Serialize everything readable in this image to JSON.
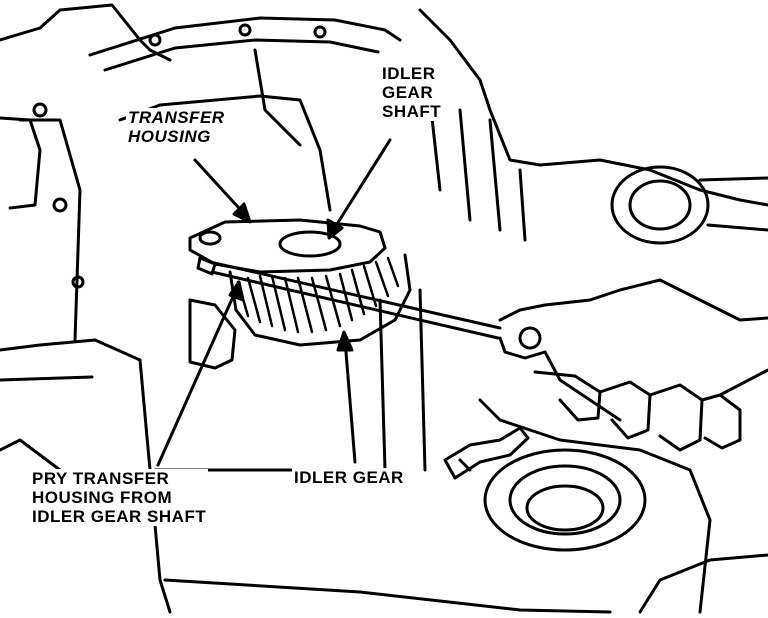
{
  "labels": {
    "transfer_housing": [
      "TRANSFER",
      "HOUSING"
    ],
    "idler_gear_shaft": [
      "IDLER",
      "GEAR",
      "SHAFT"
    ],
    "pry_instruction": [
      "PRY TRANSFER",
      "HOUSING FROM",
      "IDLER GEAR SHAFT"
    ],
    "idler_gear": "IDLER GEAR"
  }
}
